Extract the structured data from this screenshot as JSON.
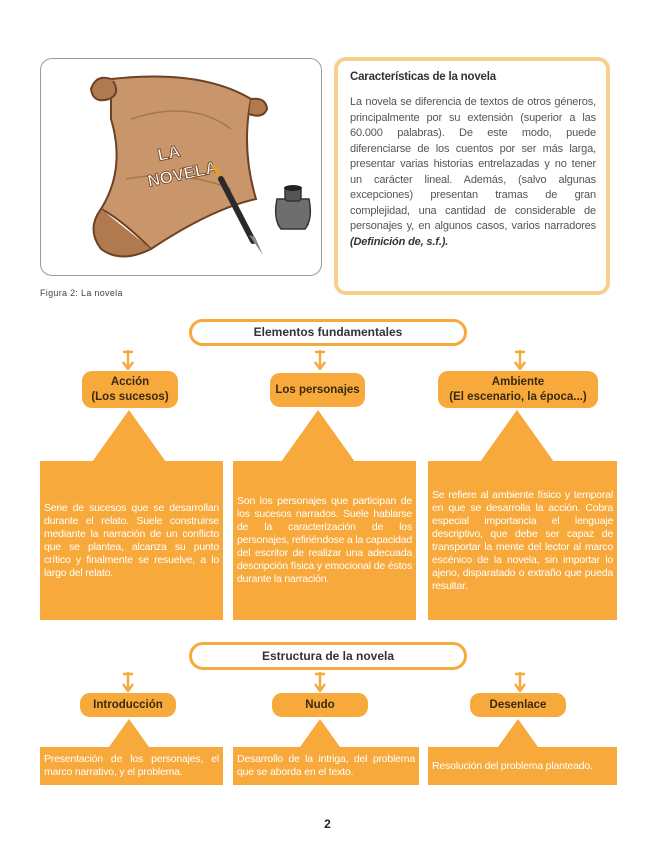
{
  "figure": {
    "scroll_text_line1": "LA",
    "scroll_text_line2": "NOVELA",
    "caption": "Figura 2: La novela"
  },
  "characteristics": {
    "title": "Características de la novela",
    "body": "La novela se diferencia de textos de otros géneros, principalmente por su extensión (superior a las 60.000 palabras). De este modo, puede diferenciarse de los cuentos por ser más larga, presentar varias historias entrelazadas y no tener un carácter lineal. Además, (salvo algunas excepciones) presentan tramas de gran complejidad, una cantidad de considerable de personajes y, en algunos casos, varios narradores",
    "citation": "(Definición de, s.f.)."
  },
  "elementos": {
    "heading": "Elementos fundamentales",
    "items": [
      {
        "label_line1": "Acción",
        "label_line2": "(Los sucesos)",
        "description": "Serie de sucesos que se desarrollan durante el relato. Suele construirse mediante la narración de un conflicto que se plantea, alcanza su punto crítico y finalmente se resuelve, a lo largo del relato."
      },
      {
        "label_line1": "Los personajes",
        "label_line2": "",
        "description": "Son los personajes que participan de los sucesos narrados. Suele hablarse de la caracterización de los personajes, refiriéndose a la capacidad del escritor de realizar una adecuada descripción física y emocional de éstos durante la narración."
      },
      {
        "label_line1": "Ambiente",
        "label_line2": "(El escenario, la época...)",
        "description": "Se refiere al ambiente físico y temporal en que se desarrolla la acción. Cobra especial importancia el lenguaje descriptivo, que debe ser capaz de transportar la mente del lector al marco escénico de la novela, sin importar lo ajeno, disparatado o extraño que pueda resultar."
      }
    ]
  },
  "estructura": {
    "heading": "Estructura de la novela",
    "items": [
      {
        "label": "Introducción",
        "description": "Presentación de los personajes, el marco narrativo, y el problema."
      },
      {
        "label": "Nudo",
        "description": "Desarrollo de la intriga, del problema que se aborda en el texto."
      },
      {
        "label": "Desenlace",
        "description": "Resolución del problema planteado."
      }
    ]
  },
  "page_number": "2",
  "colors": {
    "accent": "#f7a93b",
    "accent_light": "#f7ce8c",
    "parchment": "#c9956a"
  }
}
